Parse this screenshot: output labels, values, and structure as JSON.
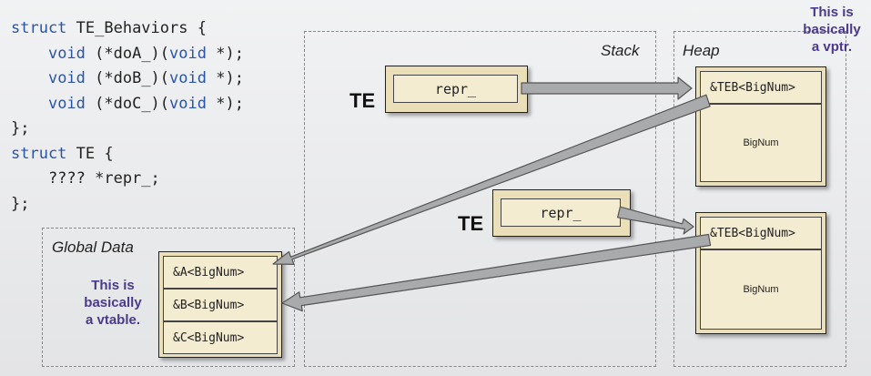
{
  "code": {
    "lines": [
      [
        {
          "t": "struct",
          "k": true
        },
        {
          "t": " TE_Behaviors {",
          "k": false
        }
      ],
      [
        {
          "t": "    ",
          "k": false
        },
        {
          "t": "void",
          "k": true
        },
        {
          "t": " (*doA_)(",
          "k": false
        },
        {
          "t": "void",
          "k": true
        },
        {
          "t": " *);",
          "k": false
        }
      ],
      [
        {
          "t": "    ",
          "k": false
        },
        {
          "t": "void",
          "k": true
        },
        {
          "t": " (*doB_)(",
          "k": false
        },
        {
          "t": "void",
          "k": true
        },
        {
          "t": " *);",
          "k": false
        }
      ],
      [
        {
          "t": "    ",
          "k": false
        },
        {
          "t": "void",
          "k": true
        },
        {
          "t": " (*doC_)(",
          "k": false
        },
        {
          "t": "void",
          "k": true
        },
        {
          "t": " *);",
          "k": false
        }
      ],
      [
        {
          "t": "};",
          "k": false
        }
      ],
      [
        {
          "t": "struct",
          "k": true
        },
        {
          "t": " TE {",
          "k": false
        }
      ],
      [
        {
          "t": "    ???? *repr_;",
          "k": false
        }
      ],
      [
        {
          "t": "};",
          "k": false
        }
      ]
    ]
  },
  "regions": {
    "stack": "Stack",
    "heap": "Heap",
    "global": "Global Data"
  },
  "te_objects": [
    {
      "label": "TE",
      "field": "repr_"
    },
    {
      "label": "TE",
      "field": "repr_"
    }
  ],
  "heap_objects": [
    {
      "header": "&TEB<BigNum>",
      "body": "BigNum"
    },
    {
      "header": "&TEB<BigNum>",
      "body": "BigNum"
    }
  ],
  "vtable": {
    "entries": [
      "&A<BigNum>",
      "&B<BigNum>",
      "&C<BigNum>"
    ],
    "note": [
      "This is",
      "basically",
      "a vtable."
    ]
  },
  "vptr_note": [
    "This is",
    "basically",
    "a vptr."
  ],
  "colors": {
    "keyword": "#2a54a8",
    "box_fill": "#eadfb8",
    "note_text": "#4b3a8c",
    "arrow": "#a9aaab"
  }
}
